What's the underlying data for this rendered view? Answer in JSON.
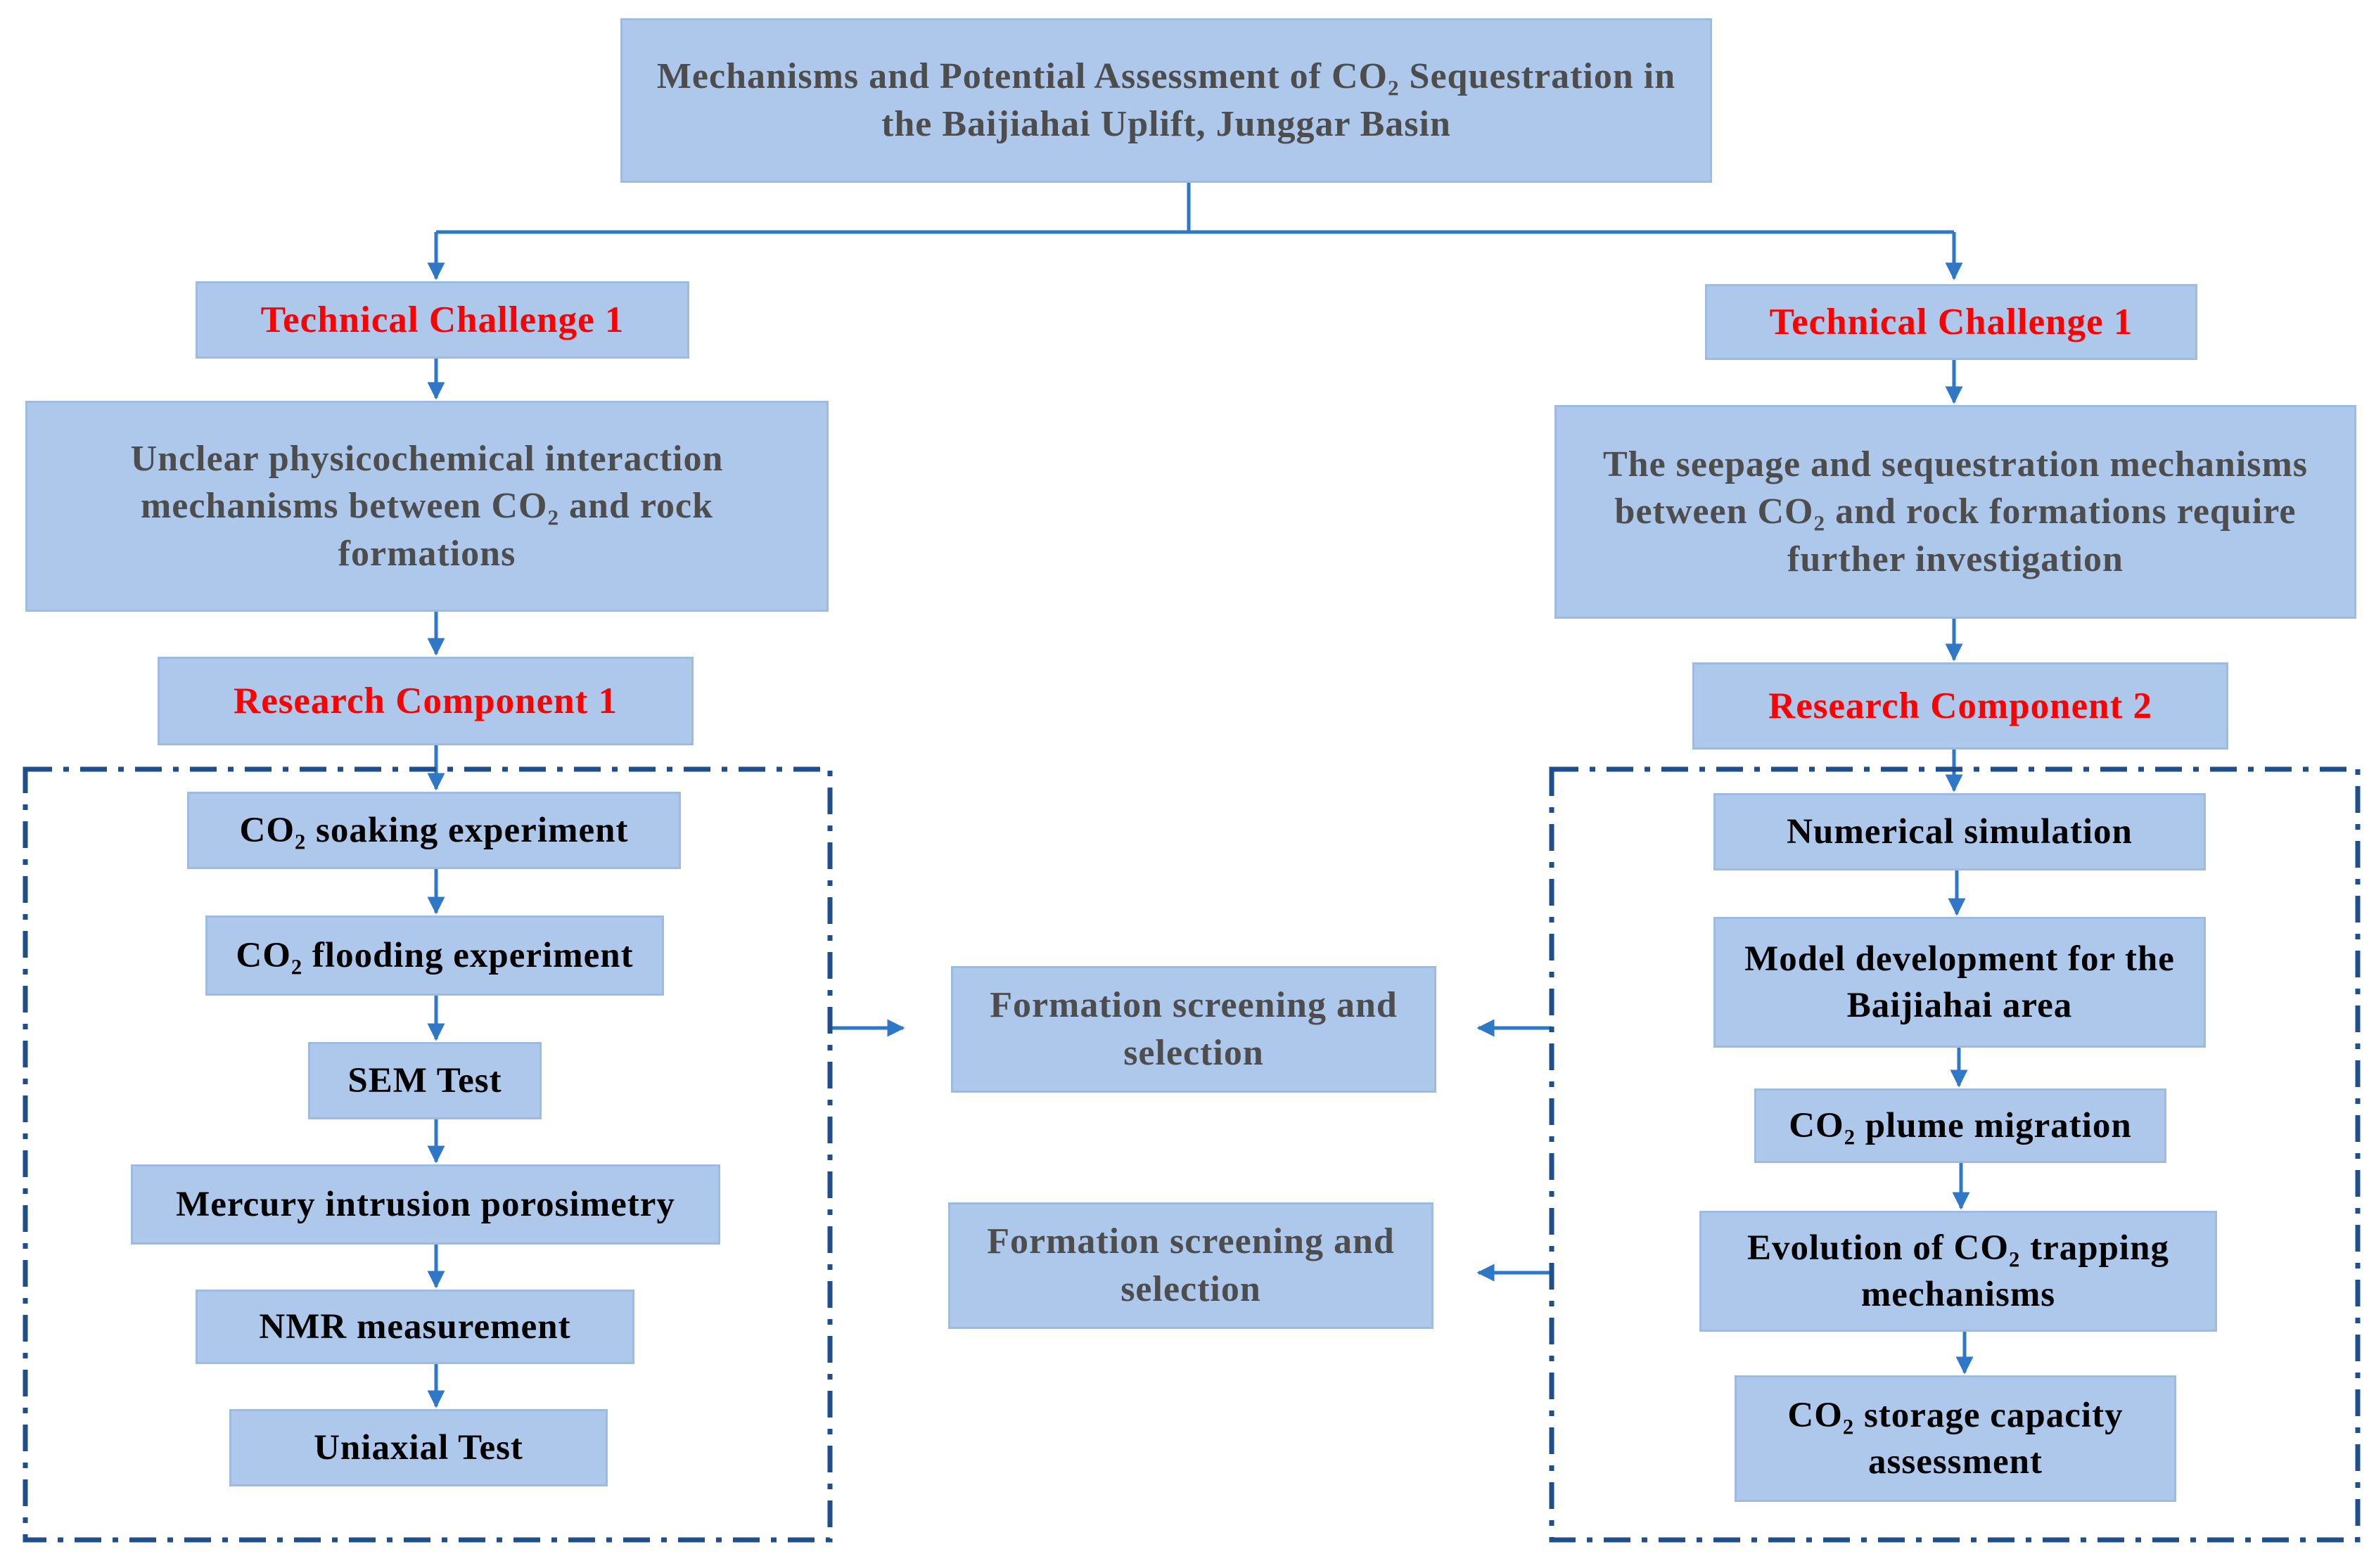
{
  "title": "Mechanisms and Potential Assessment of CO₂ Sequestration in the Baijiahai Uplift, Junggar Basin",
  "left": {
    "challenge_label": "Technical Challenge 1",
    "challenge_text": "Unclear physicochemical interaction mechanisms between CO₂ and rock formations",
    "component_label": "Research Component 1",
    "steps": [
      "CO₂ soaking experiment",
      "CO₂ flooding experiment",
      "SEM Test",
      "Mercury intrusion porosimetry",
      "NMR measurement",
      "Uniaxial Test"
    ]
  },
  "right": {
    "challenge_label": "Technical Challenge 1",
    "challenge_text": "The seepage and sequestration mechanisms between CO₂ and rock formations require further investigation",
    "component_label": "Research Component 2",
    "steps": [
      "Numerical simulation",
      "Model development for the Baijiahai area",
      "CO₂ plume migration",
      "Evolution of CO₂ trapping mechanisms",
      "CO₂ storage capacity assessment"
    ]
  },
  "center": {
    "output_1": "Formation screening and selection",
    "output_2": "Formation screening and selection"
  },
  "colors": {
    "box_fill": "#adc8ea",
    "arrow": "#2f78c8",
    "dash_border": "#1f4e8c",
    "highlight_text": "#ff0000",
    "body_text": "#4d4d4d"
  }
}
